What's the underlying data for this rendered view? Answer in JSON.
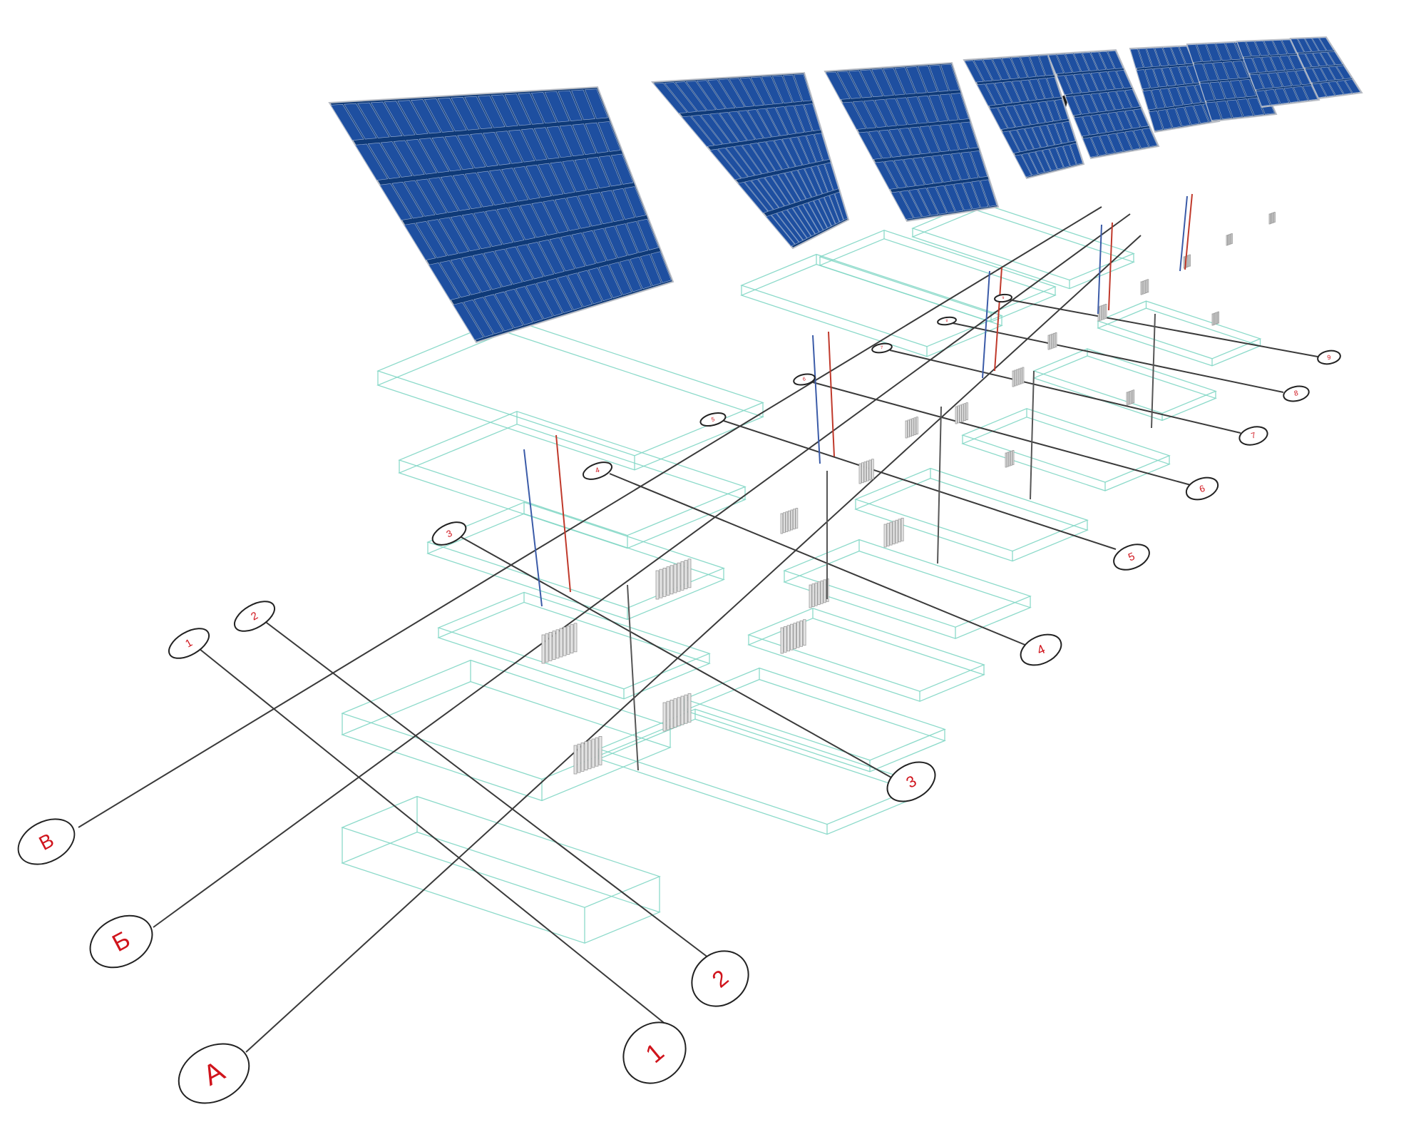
{
  "axis_bubbles": {
    "lettered": [
      "А",
      "Б",
      "В"
    ],
    "numbered_front": [
      "1",
      "2",
      "3",
      "4",
      "5",
      "6",
      "7",
      "8",
      "9"
    ],
    "numbered_back": [
      "1",
      "2",
      "3",
      "4",
      "5",
      "6",
      "7",
      "8",
      "9"
    ]
  },
  "colors": {
    "panel_blue": "#1e4fa0",
    "panel_frame": "#0f3a78",
    "wireframe": "#7fd6c4",
    "bubble_text": "#d0141c",
    "grid_line": "#3a3a3a",
    "pipe_supply": "#c0392b",
    "pipe_return": "#3b5ba8"
  },
  "icons": [
    "solar-panel-icon",
    "radiator-icon",
    "pipe-riser-icon"
  ]
}
